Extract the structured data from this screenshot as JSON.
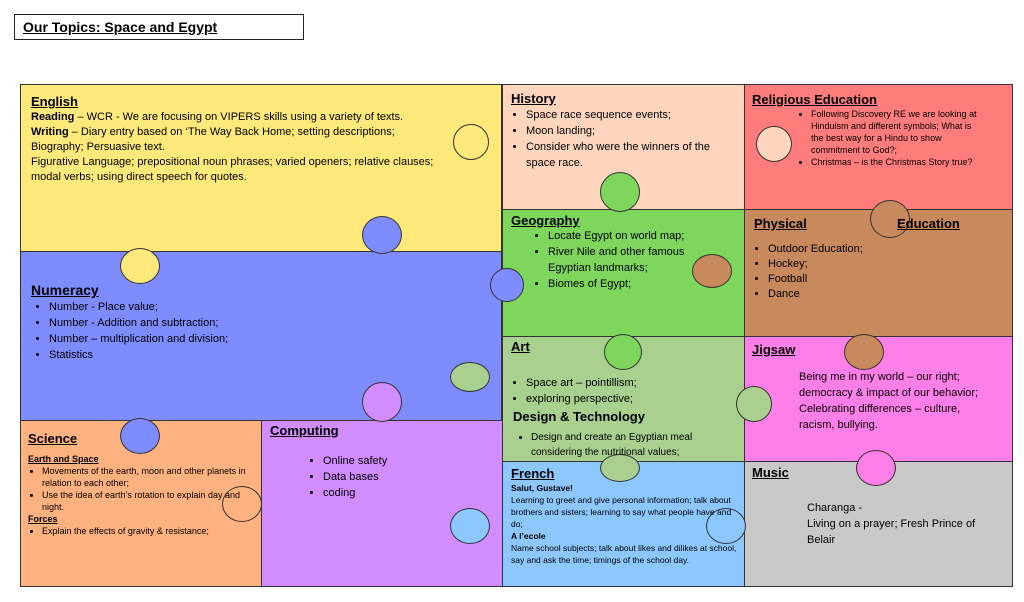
{
  "title": "Our Topics: Space and Egypt",
  "colors": {
    "english": "#ffe97a",
    "numeracy": "#7f8cff",
    "science": "#ffb27f",
    "computing": "#d18cff",
    "history": "#ffd6bd",
    "geography": "#7ed65c",
    "art": "#a9d08e",
    "french": "#8cc8ff",
    "re": "#ff7c7c",
    "pe": "#c88a5d",
    "jigsaw": "#ff7fe9",
    "music": "#c9c9c9"
  },
  "english": {
    "heading": "English",
    "reading_label": "Reading",
    "reading_text": " – WCR - We are focusing on VIPERS skills using a variety of texts.",
    "writing_label": "Writing",
    "writing_text": " –  Diary entry based on ‘The Way Back Home; setting descriptions;",
    "line3": "Biography; Persuasive text.",
    "line4": "Figurative Language; prepositional noun phrases; varied openers; relative clauses;",
    "line5": "modal verbs; using direct speech for quotes."
  },
  "numeracy": {
    "heading": "Numeracy",
    "items": [
      "Number - Place value;",
      "Number - Addition and subtraction;",
      "Number – multiplication and division;",
      "Statistics"
    ]
  },
  "science": {
    "heading": "Science",
    "sub1": "Earth and Space",
    "items1": [
      "Movements of the earth, moon and other planets in relation to each other;",
      "Use the idea of earth’s rotation to explain day and night."
    ],
    "sub2": "Forces",
    "items2": [
      "Explain the effects of gravity & resistance;"
    ]
  },
  "computing": {
    "heading": "Computing",
    "items": [
      "Online safety",
      "Data bases",
      "coding"
    ]
  },
  "history": {
    "heading": "History",
    "items": [
      "Space race sequence events;",
      "Moon landing;",
      "Consider who were the winners of the space race."
    ]
  },
  "geography": {
    "heading": "Geography",
    "items": [
      "Locate Egypt on world map;",
      "River Nile and other famous Egyptian landmarks;",
      "Biomes of Egypt;"
    ]
  },
  "art": {
    "heading": "Art",
    "items": [
      "Space art – pointillism;",
      "exploring perspective;"
    ],
    "dt_heading": "Design & Technology",
    "dt_items": [
      "Design and create an Egyptian meal considering the nutritional values;"
    ]
  },
  "french": {
    "heading": "French",
    "sub1": "Salut, Gustave!",
    "text1": "Learning to greet and give personal information; talk about brothers and sisters; learning to say what people have and do;",
    "sub2": "A l’ecole",
    "text2": "Name school subjects; talk about likes and dilikes at school, say and ask the time; timings of the school day."
  },
  "re": {
    "heading": "Religious Education",
    "items": [
      "Following Discovery RE we are looking at Hinduism and different symbols; What is the best way for a Hindu to show commitment to God?;",
      "Christmas – is the Christmas Story true?"
    ]
  },
  "pe": {
    "heading_left": "Physical",
    "heading_right": "Education",
    "items": [
      "Outdoor Education;",
      "Hockey;",
      "Football",
      "Dance"
    ]
  },
  "jigsaw": {
    "heading": "Jigsaw",
    "line1": "Being me in my world – our right;  democracy & impact of our behavior;",
    "line2": "Celebrating differences – culture, racism, bullying."
  },
  "music": {
    "heading": "Music",
    "line1": "Charanga -",
    "line2": "Living on a prayer; Fresh Prince of Belair"
  }
}
